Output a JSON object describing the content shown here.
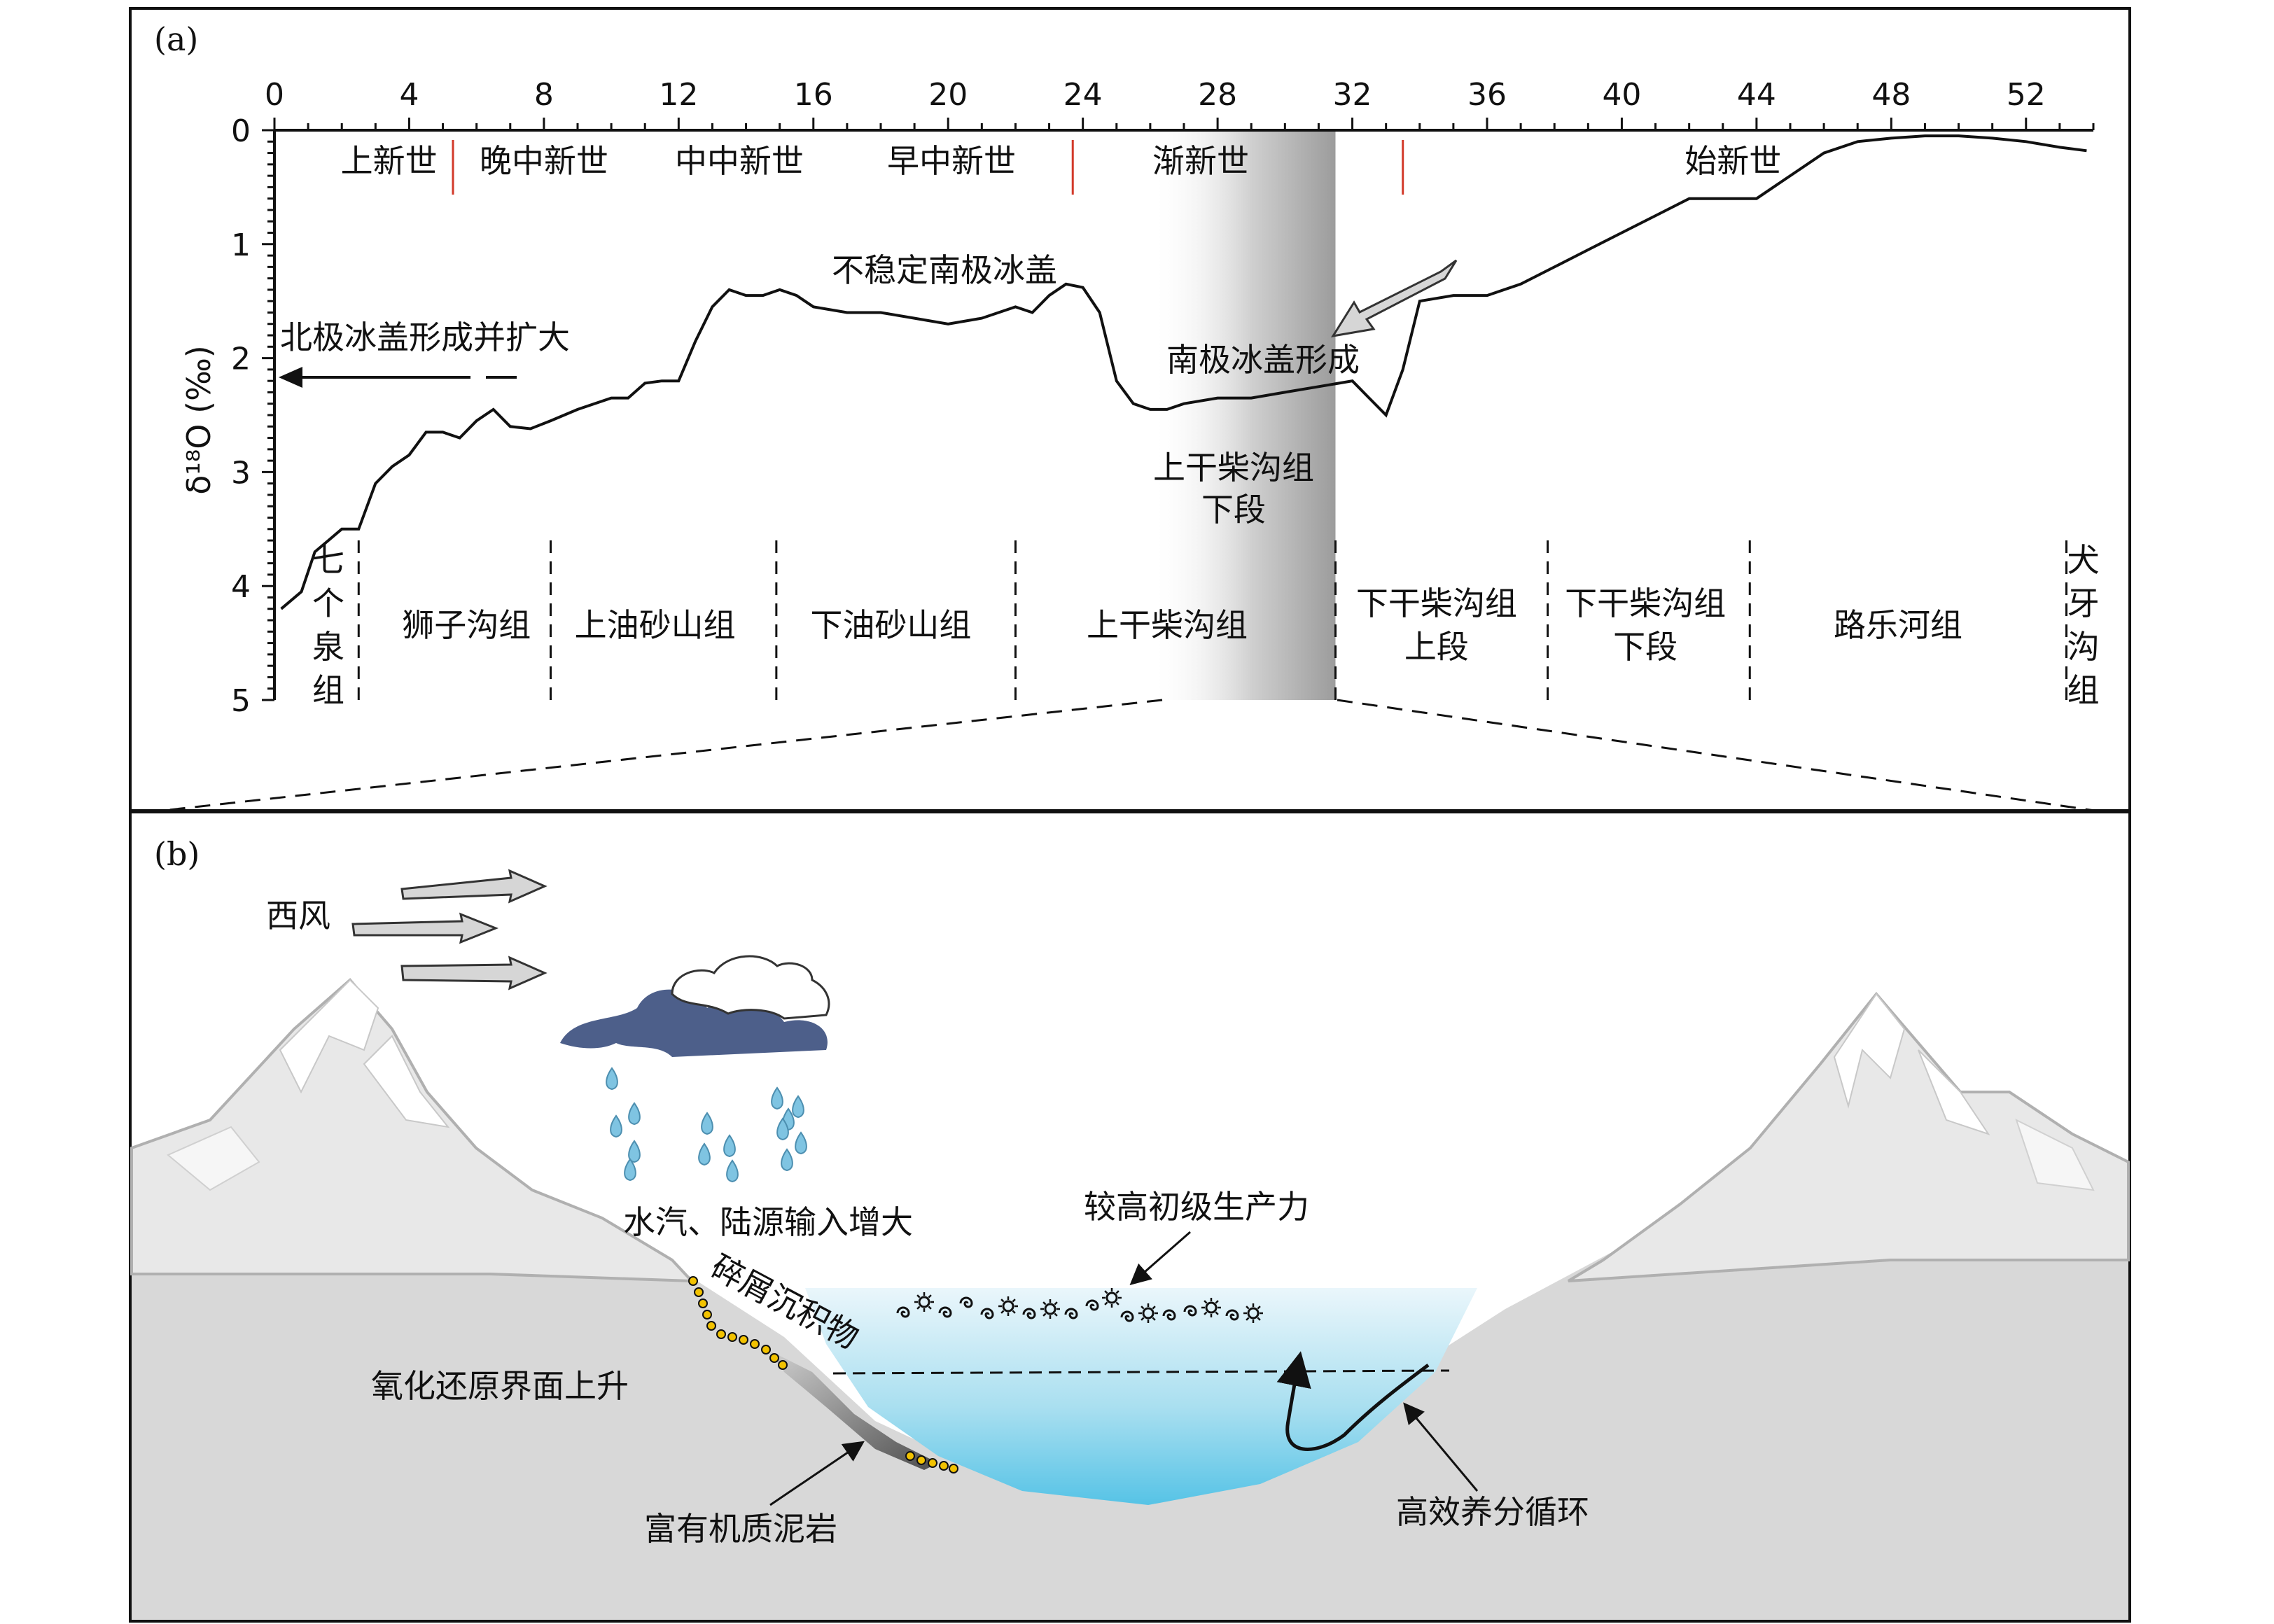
{
  "panel_a": {
    "label": "(a)",
    "x_ticks": [
      "0",
      "4",
      "8",
      "12",
      "16",
      "20",
      "24",
      "28",
      "32",
      "36",
      "40",
      "44",
      "48",
      "52"
    ],
    "y_ticks": [
      "0",
      "1",
      "2",
      "3",
      "4",
      "5"
    ],
    "y_axis_label": "δ¹⁸O (‰)",
    "epochs": [
      {
        "name": "上新世",
        "x": 3.4
      },
      {
        "name": "晚中新世",
        "x": 8.0
      },
      {
        "name": "中中新世",
        "x": 13.8
      },
      {
        "name": "早中新世",
        "x": 20.1
      },
      {
        "name": "渐新世",
        "x": 27.5
      },
      {
        "name": "始新世",
        "x": 43.3
      }
    ],
    "epoch_boundaries": [
      5.3,
      23.7,
      33.5
    ],
    "annotations": {
      "unstable_ice": "不稳定南极冰盖",
      "arctic_ice": "北极冰盖形成并扩大",
      "antarctic_ice": "南极冰盖形成",
      "upper_section_line1": "上干柴沟组",
      "upper_section_line2": "下段"
    },
    "formations": [
      {
        "name": "七\n个\n泉\n组",
        "x": 1.6
      },
      {
        "name": "狮子沟组",
        "x": 5.7
      },
      {
        "name": "上油砂山组",
        "x": 11.3
      },
      {
        "name": "下油砂山组",
        "x": 18.3
      },
      {
        "name": "上干柴沟组",
        "x": 26.5
      },
      {
        "name": "下干柴沟组\n上段",
        "x": 34.5
      },
      {
        "name": "下干柴沟组\n下段",
        "x": 40.7
      },
      {
        "name": "路乐河组",
        "x": 48.2
      },
      {
        "name": "犬\n牙\n沟\n组",
        "x": 53.7
      }
    ],
    "formation_boundaries": [
      2.5,
      8.2,
      14.9,
      22.0,
      31.5,
      37.8,
      43.8,
      53.2
    ]
  },
  "panel_b": {
    "label": "(b)",
    "westerly": "西风",
    "vapor": "水汽、陆源输入增大",
    "clastic": "碎屑沉积物",
    "redox": "氧化还原界面上升",
    "mudstone": "富有机质泥岩",
    "productivity": "较高初级生产力",
    "nutrient": "高效养分循环"
  },
  "chart_data": {
    "type": "line",
    "xlabel": "",
    "ylabel": "δ18O (‰)",
    "xlim": [
      0,
      54
    ],
    "ylim": [
      0,
      5
    ],
    "y_inverted": true,
    "series": [
      {
        "x": [
          0.2,
          0.8,
          1.2,
          1.6,
          2.0,
          2.5,
          3.0,
          3.5,
          4.0,
          4.5,
          5.0,
          5.5,
          6.0,
          6.5,
          7.0,
          7.6,
          8.2,
          9.0,
          10.0,
          10.5,
          11.0,
          11.5,
          12.0,
          12.5,
          13.0,
          13.5,
          14.0,
          14.5,
          15.0,
          15.5,
          16.0,
          17.0,
          18.0,
          19.0,
          20.0,
          21.0,
          22.0,
          22.5,
          23.0,
          23.5,
          24.0,
          24.5,
          25.0,
          25.5,
          26.0,
          26.5,
          27.0,
          28.0,
          29.0,
          30.0,
          31.0,
          32.0,
          32.5,
          33.0,
          33.5,
          34.0,
          35.0,
          36.0,
          37.0,
          38.0,
          39.0,
          40.0,
          41.0,
          42.0,
          43.0,
          44.0,
          45.0,
          46.0,
          47.0,
          48.0,
          49.0,
          50.0,
          51.0,
          52.0,
          53.0,
          53.8
        ],
        "y": [
          4.2,
          4.05,
          3.7,
          3.6,
          3.5,
          3.5,
          3.1,
          2.95,
          2.85,
          2.65,
          2.65,
          2.7,
          2.55,
          2.45,
          2.6,
          2.62,
          2.55,
          2.45,
          2.35,
          2.35,
          2.22,
          2.2,
          2.2,
          1.85,
          1.55,
          1.4,
          1.45,
          1.45,
          1.4,
          1.45,
          1.55,
          1.6,
          1.6,
          1.65,
          1.7,
          1.65,
          1.55,
          1.6,
          1.45,
          1.35,
          1.38,
          1.6,
          2.2,
          2.4,
          2.45,
          2.45,
          2.4,
          2.35,
          2.35,
          2.3,
          2.25,
          2.2,
          2.35,
          2.5,
          2.1,
          1.5,
          1.45,
          1.45,
          1.35,
          1.2,
          1.05,
          0.9,
          0.75,
          0.6,
          0.6,
          0.6,
          0.4,
          0.2,
          0.1,
          0.07,
          0.05,
          0.05,
          0.07,
          0.1,
          0.15,
          0.18
        ]
      }
    ]
  }
}
